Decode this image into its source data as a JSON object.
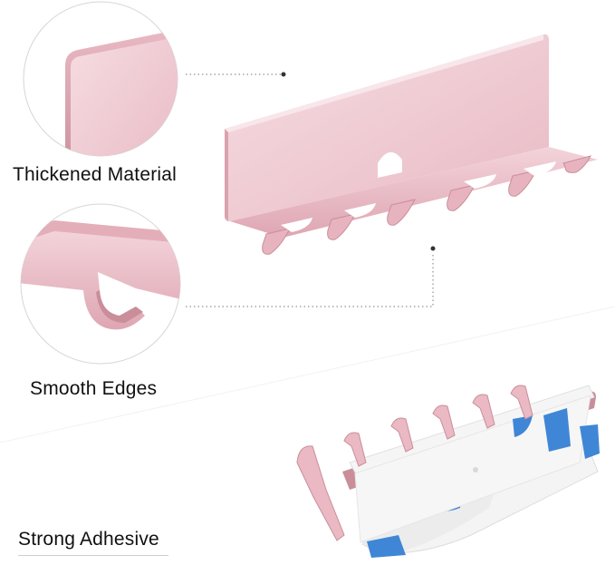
{
  "features": [
    {
      "label": "Thickened Material"
    },
    {
      "label": "Smooth Edges"
    },
    {
      "label": "Strong Adhesive"
    }
  ],
  "colors": {
    "rose_gold_light": "#f3d6dc",
    "rose_gold_mid": "#e9bcc5",
    "rose_gold_dark": "#c98e9a",
    "tape_blue": "#3f86d6",
    "backing_white": "#f4f4f4",
    "leader_line": "#7a7a7a"
  }
}
